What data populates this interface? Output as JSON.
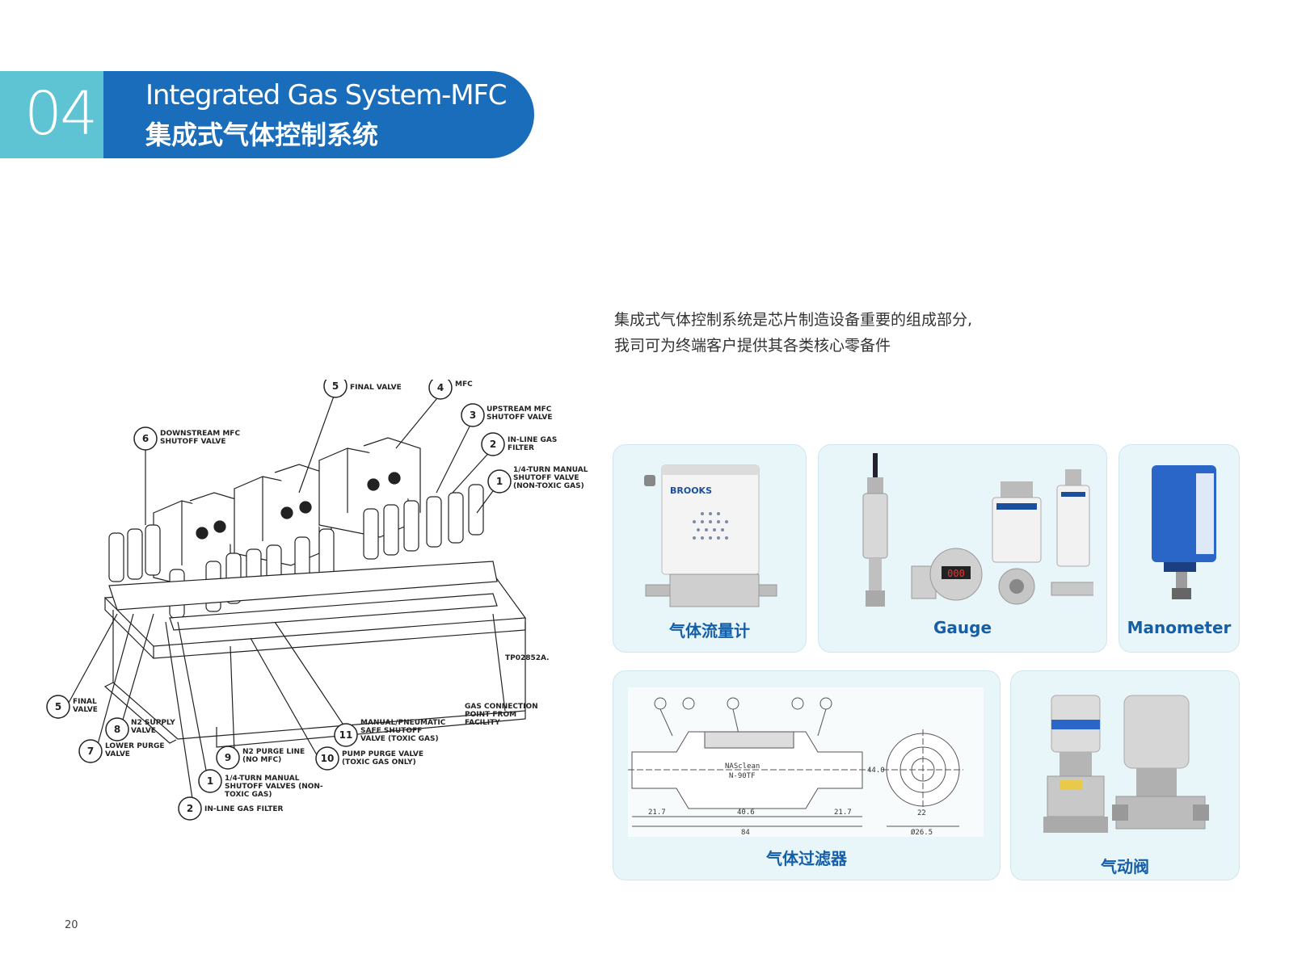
{
  "header": {
    "number": "04",
    "title_en": "Integrated Gas System-MFC",
    "title_cn": "集成式气体控制系统"
  },
  "intro": {
    "line1": "集成式气体控制系统是芯片制造设备重要的组成部分,",
    "line2": "我司可为终端客户提供其各类核心零备件"
  },
  "diagram": {
    "figure_code": "TP02852A.",
    "callouts": [
      {
        "num": "5",
        "text": "FINAL VALVE"
      },
      {
        "num": "4",
        "text": "MFC"
      },
      {
        "num": "3",
        "text": "UPSTREAM MFC SHUTOFF VALVE"
      },
      {
        "num": "6",
        "text": "DOWNSTREAM MFC SHUTOFF VALVE"
      },
      {
        "num": "2",
        "text": "IN-LINE GAS FILTER"
      },
      {
        "num": "1",
        "text": "1/4-TURN MANUAL SHUTOFF VALVE (NON-TOXIC GAS)"
      },
      {
        "num": "5",
        "text": "FINAL VALVE"
      },
      {
        "num": "8",
        "text": "N2 SUPPLY VALVE"
      },
      {
        "num": "7",
        "text": "LOWER PURGE VALVE"
      },
      {
        "num": "9",
        "text": "N2 PURGE LINE (NO MFC)"
      },
      {
        "num": "1",
        "text": "1/4-TURN MANUAL SHUTOFF VALVES (NON-TOXIC GAS)"
      },
      {
        "num": "2",
        "text": "IN-LINE GAS FILTER"
      },
      {
        "num": "10",
        "text": "PUMP PURGE VALVE (TOXIC GAS ONLY)"
      },
      {
        "num": "11",
        "text": "MANUAL/PNEUMATIC SAFE SHUTOFF VALVE (TOXIC GAS)"
      },
      {
        "num": "",
        "text": "GAS CONNECTION POINT FROM FACILITY"
      }
    ]
  },
  "products": {
    "mfc": {
      "label": "气体流量计",
      "brand": "BROOKS"
    },
    "gauge": {
      "label": "Gauge",
      "display": "000"
    },
    "manometer": {
      "label": "Manometer"
    },
    "filter": {
      "label": "气体过滤器",
      "part_name": "NASclean",
      "part_code": "N-90TF",
      "dims": [
        "21.7",
        "40.6",
        "21.7",
        "84",
        "22",
        "Ø26.5",
        "44.0"
      ]
    },
    "pneumatic_valve": {
      "label": "气动阀"
    }
  },
  "page_number": "20"
}
